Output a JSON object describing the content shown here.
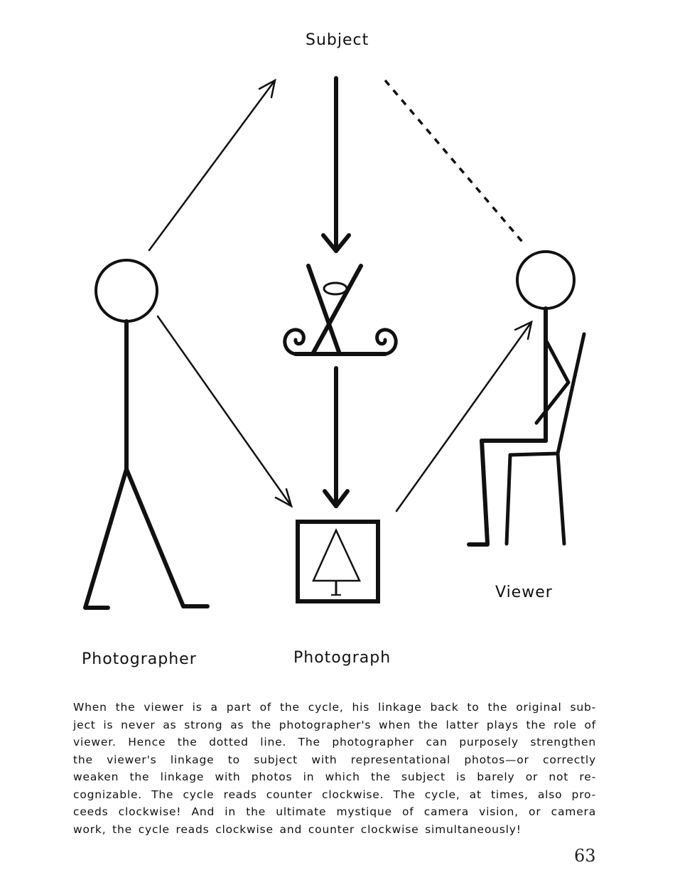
{
  "diagram": {
    "labels": {
      "subject": "Subject",
      "photographer": "Photographer",
      "photograph": "Photograph",
      "viewer": "Viewer"
    }
  },
  "caption": {
    "lines": [
      "When the viewer is a part of the cycle, his linkage back to the original sub-",
      "ject is never as strong as the photographer's when the latter plays the role of",
      "viewer. Hence the dotted line. The photographer can purposely strengthen",
      "the viewer's linkage to subject with representational photos—or correctly",
      "weaken the linkage with photos in which the subject is barely or not re-",
      "cognizable. The cycle reads counter clockwise. The cycle, at times, also pro-",
      "ceeds clockwise! And in the ultimate mystique of camera vision, or camera",
      "work, the cycle reads clockwise and counter clockwise simultaneously!"
    ]
  },
  "page_number": "63"
}
